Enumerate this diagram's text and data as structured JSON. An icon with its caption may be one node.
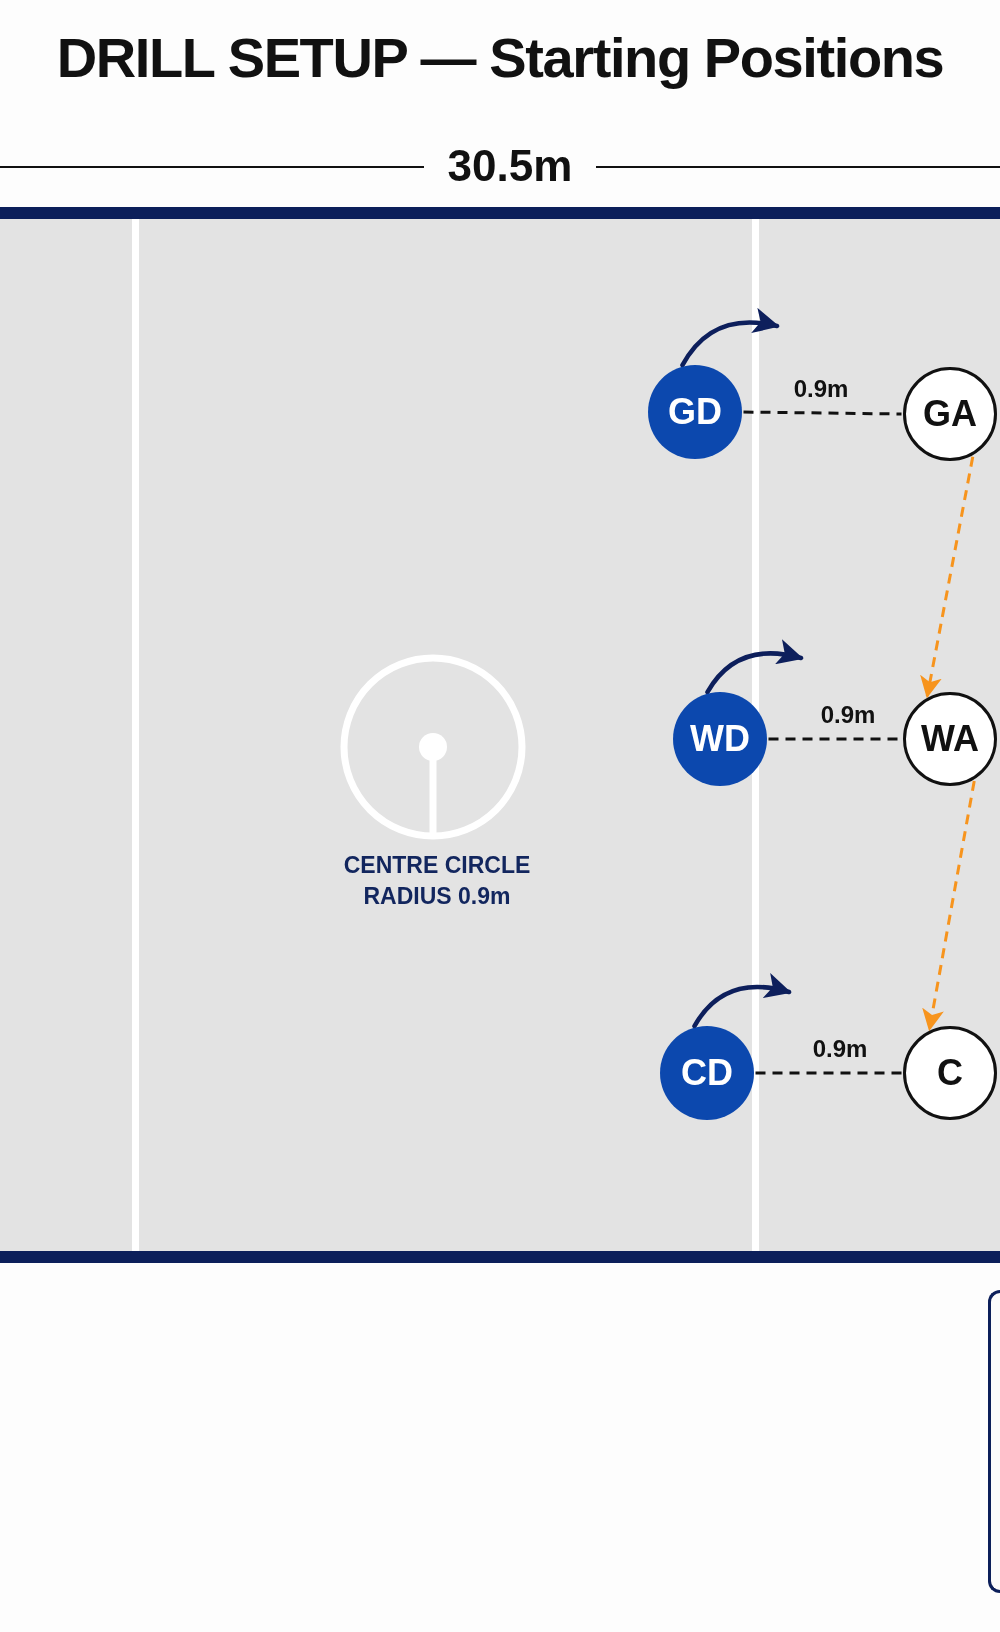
{
  "diagram": {
    "title": "DRILL SETUP — Starting Positions",
    "nodes": [
      {
        "text": [
          "GD"
        ]
      },
      {
        "text": [
          "GA"
        ]
      },
      {
        "text": [
          "WD"
        ]
      },
      {
        "text": [
          "WA"
        ]
      },
      {
        "text": [
          "CD"
        ]
      },
      {
        "text": [
          "C"
        ]
      }
    ],
    "edges": [
      {
        "from": 0,
        "to": 1,
        "arrow": "none",
        "label": "0.9m",
        "style": "dashed"
      },
      {
        "from": 2,
        "to": 3,
        "arrow": "none",
        "label": "0.9m",
        "style": "dashed"
      },
      {
        "from": 4,
        "to": 5,
        "arrow": "none",
        "label": "0.9m",
        "style": "dashed"
      },
      {
        "from": 1,
        "to": 3,
        "arrow": "to",
        "style": "dashed",
        "color": "#f7941d"
      },
      {
        "from": 3,
        "to": 5,
        "arrow": "to",
        "style": "dashed",
        "color": "#f7941d"
      },
      {
        "from": 0,
        "to": null,
        "arrow": "to",
        "color": "#0d1f5c"
      },
      {
        "from": 2,
        "to": null,
        "arrow": "to",
        "color": "#0d1f5c"
      },
      {
        "from": 4,
        "to": null,
        "arrow": "to",
        "color": "#0d1f5c"
      }
    ],
    "labels": [
      "30.5m",
      "CENTRE CIRCLE RADIUS 0.9m"
    ]
  }
}
